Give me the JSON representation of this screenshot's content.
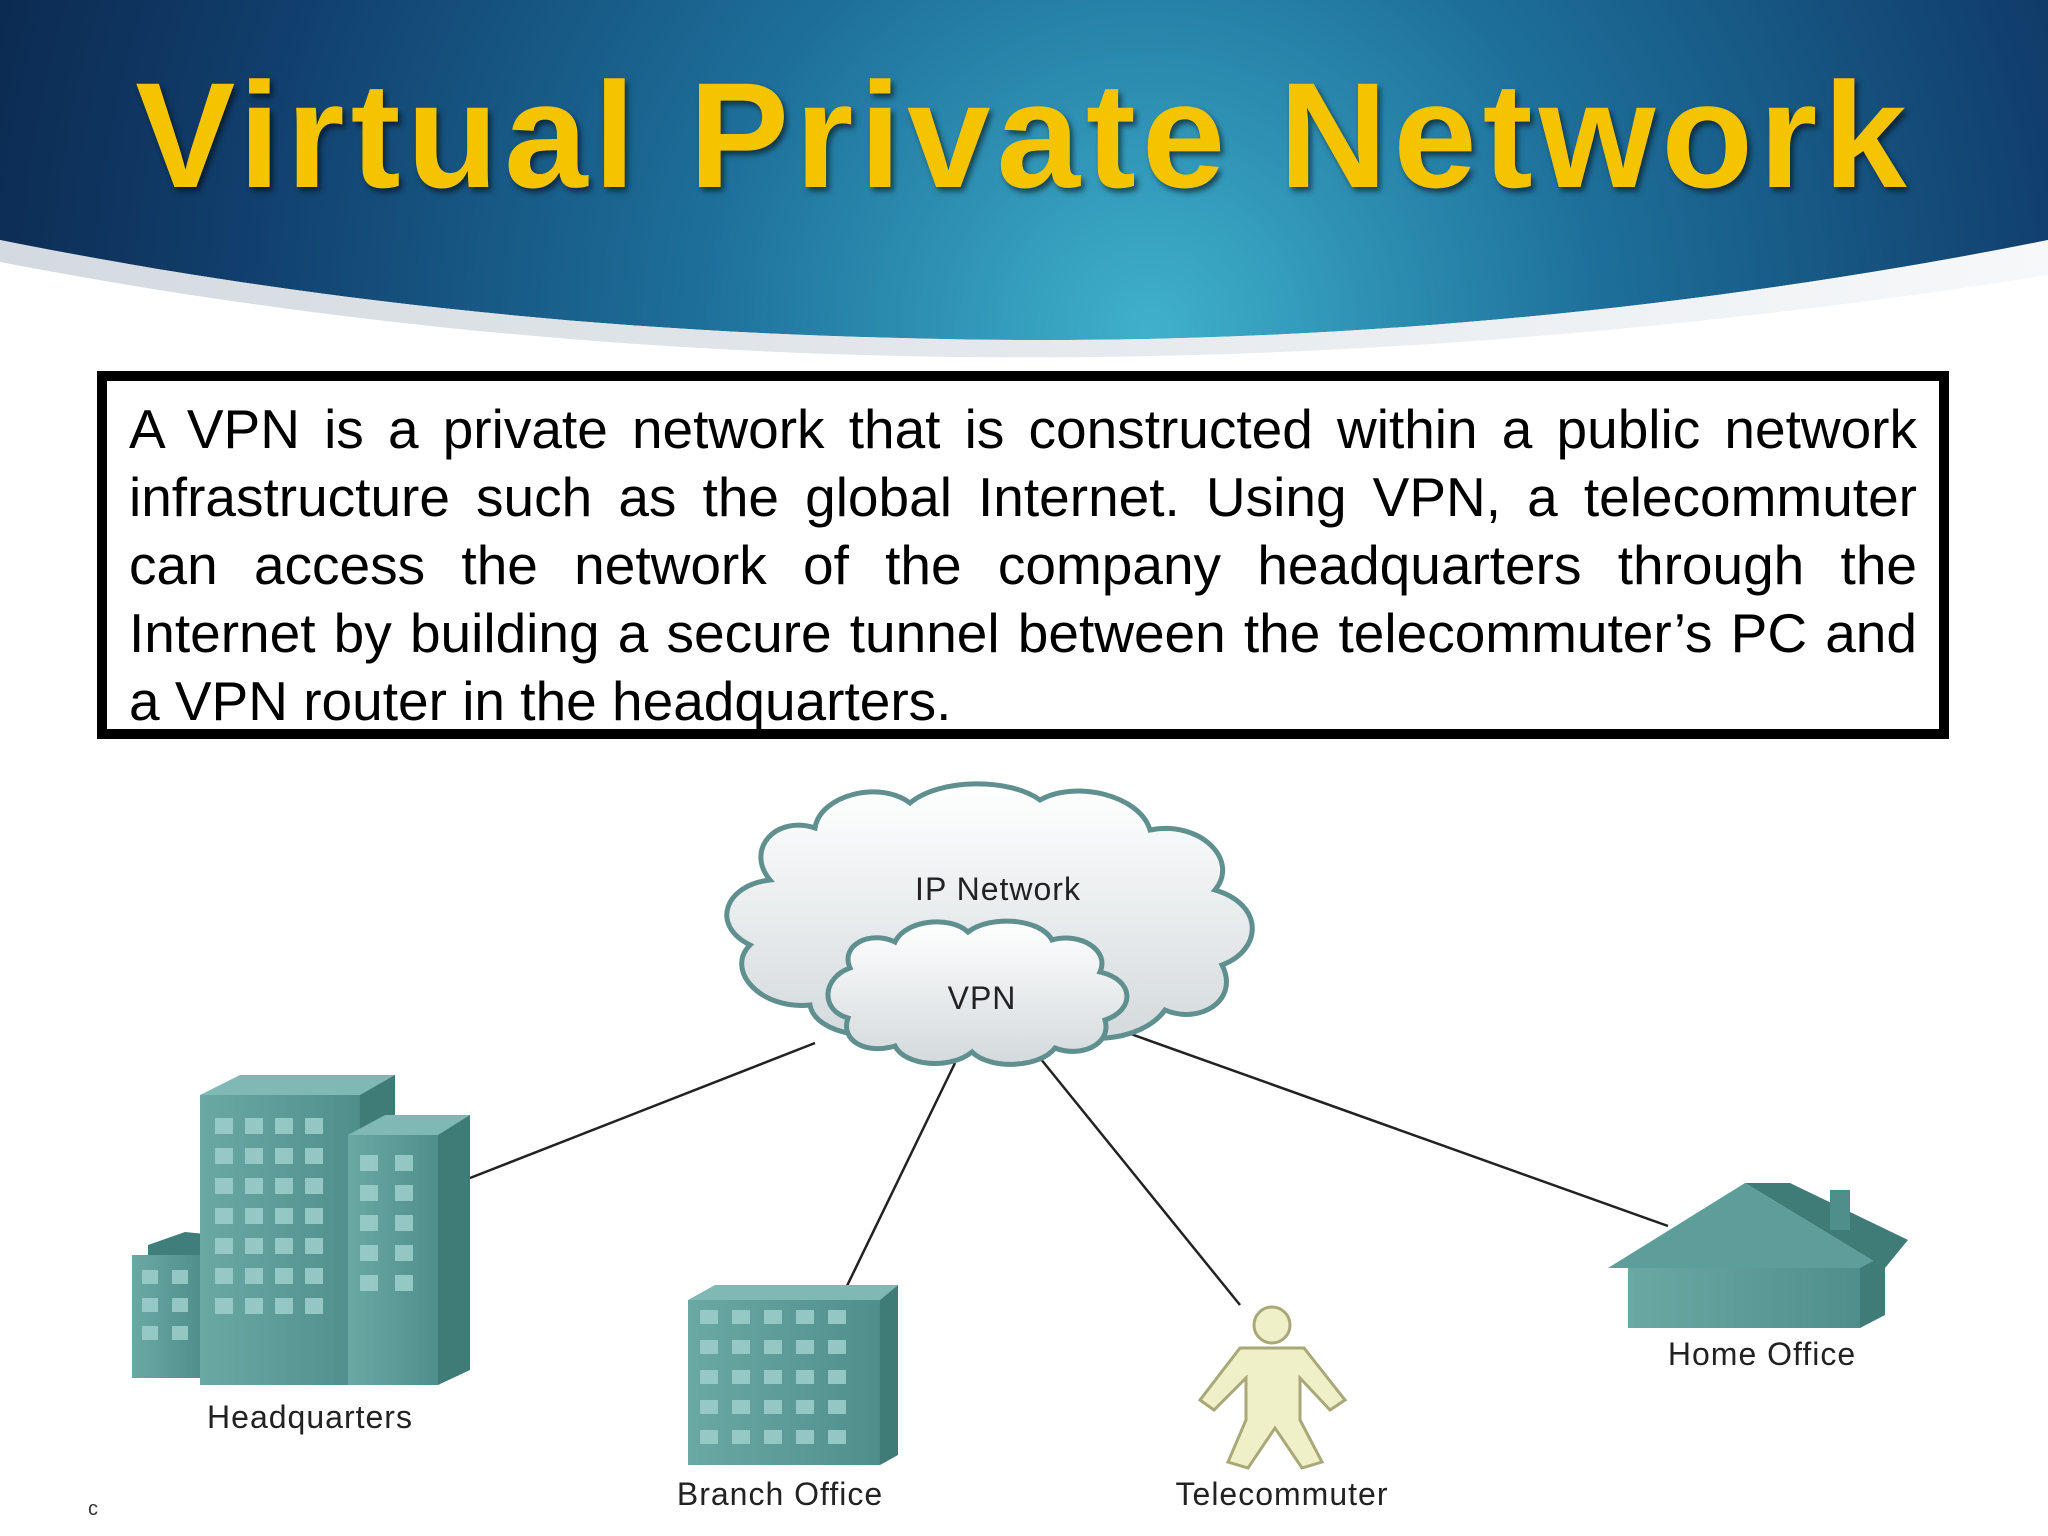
{
  "slide": {
    "title": "Virtual Private Network",
    "description": "A VPN is a private network that is constructed within a public network infrastructure such as the global Internet. Using VPN, a telecommuter can access the network of the company headquarters through the Internet by building a secure tunnel between the telecommuter’s PC and a VPN router in the headquarters.",
    "corner_mark": "c"
  },
  "diagram": {
    "outer_cloud_label": "IP Network",
    "inner_cloud_label": "VPN",
    "nodes": {
      "headquarters": "Headquarters",
      "branch_office": "Branch Office",
      "telecommuter": "Telecommuter",
      "home_office": "Home Office"
    },
    "icons": {
      "headquarters": "office-buildings-icon",
      "branch_office": "building-icon",
      "telecommuter": "person-icon",
      "home_office": "house-icon"
    },
    "colors": {
      "title": "#f5c400",
      "banner_dark": "#0d2d55",
      "banner_light": "#2a8fb2",
      "building": "#5e9e9a",
      "person": "#f0f0c8",
      "cloud": "#e4e8ea"
    }
  }
}
